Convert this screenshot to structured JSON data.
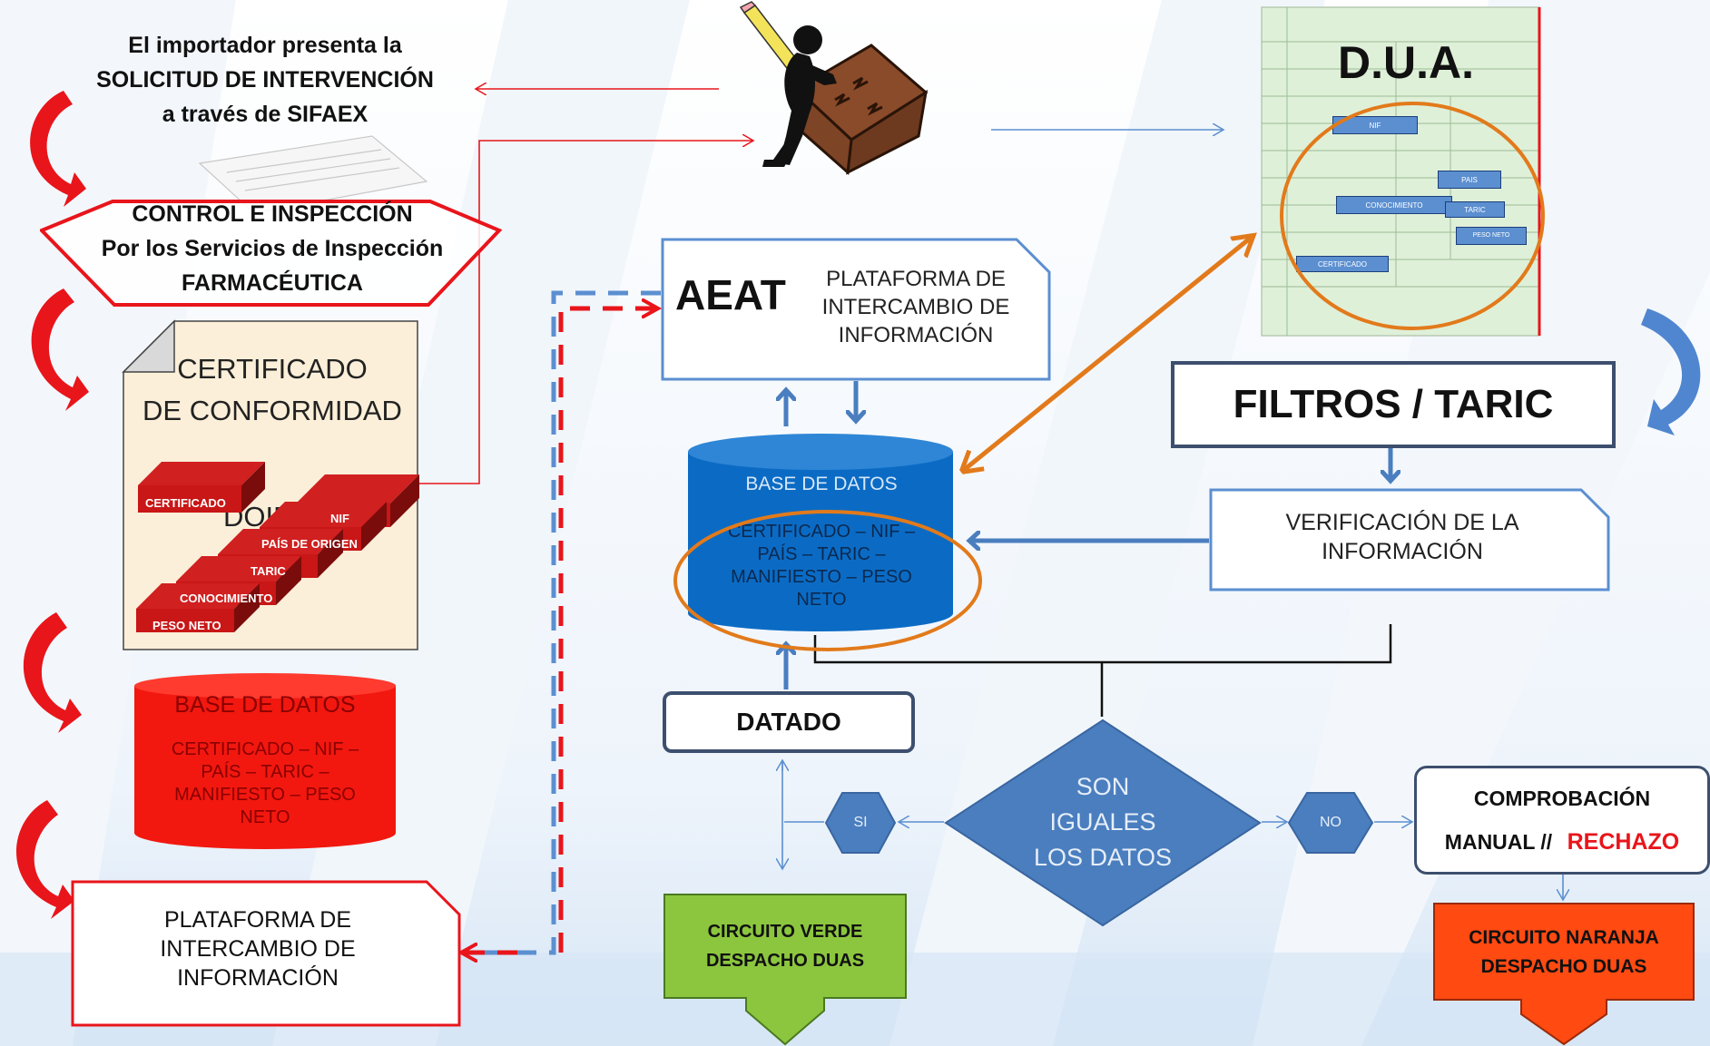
{
  "left_column": {
    "intro": {
      "line1": "El importador presenta la",
      "line2": "SOLICITUD DE INTERVENCIÓN",
      "line3": "a través de SIFAEX"
    },
    "control": {
      "line1": "CONTROL E INSPECCIÓN",
      "line2": "Por los Servicios de Inspección",
      "line3": "FARMACÉUTICA"
    },
    "certificate": {
      "line1": "CERTIFICADO",
      "line2": "DE CONFORMIDAD",
      "hidden_word": "DOIF",
      "blocks": [
        "CERTIFICADO",
        "NIF",
        "PAÍS DE ORIGEN",
        "TARIC",
        "CONOCIMIENTO",
        "PESO NETO"
      ]
    },
    "database": {
      "title": "BASE DE DATOS",
      "line1": "CERTIFICADO – NIF –",
      "line2": "PAÍS – TARIC –",
      "line3": "MANIFIESTO – PESO",
      "line4": "NETO"
    },
    "platform": {
      "line1": "PLATAFORMA DE",
      "line2": "INTERCAMBIO  DE",
      "line3": "INFORMACIÓN"
    }
  },
  "center_column": {
    "aeat": {
      "label": "AEAT",
      "line1": "PLATAFORMA DE",
      "line2": "INTERCAMBIO  DE",
      "line3": "INFORMACIÓN"
    },
    "database": {
      "title": "BASE DE DATOS",
      "line1": "CERTIFICADO – NIF –",
      "line2": "PAÍS – TARIC –",
      "line3": "MANIFIESTO – PESO",
      "line4": "NETO"
    },
    "datado": "DATADO",
    "decision": {
      "line1": "SON",
      "line2": "IGUALES",
      "line3": "LOS DATOS"
    },
    "yes": "SI",
    "no": "NO",
    "green_circuit": {
      "line1": "CIRCUITO VERDE",
      "line2": "DESPACHO DUAS"
    }
  },
  "right_column": {
    "dua": {
      "title": "D.U.A.",
      "fields": [
        "NIF",
        "PAIS",
        "CONOCIMIENTO",
        "TARIC",
        "PESO NETO",
        "CERTIFICADO"
      ]
    },
    "filters": "FILTROS / TARIC",
    "verification": {
      "line1": "VERIFICACIÓN DE LA",
      "line2": "INFORMACIÓN"
    },
    "manual_check": {
      "line1": "COMPROBACIÓN",
      "line2a": "MANUAL //",
      "line2b": "RECHAZO"
    },
    "orange_circuit": {
      "line1": "CIRCUITO NARANJA",
      "line2": "DESPACHO DUAS"
    }
  },
  "colors": {
    "red": "#e8151b",
    "blue": "#5b8fd0",
    "db_blue": "#0b6bc4",
    "diamond": "#4a7ebf",
    "orange": "#e27a1b",
    "green": "#8cc63f",
    "orange_circuit": "#ff4a12",
    "dark_red_block": "#b01010"
  }
}
